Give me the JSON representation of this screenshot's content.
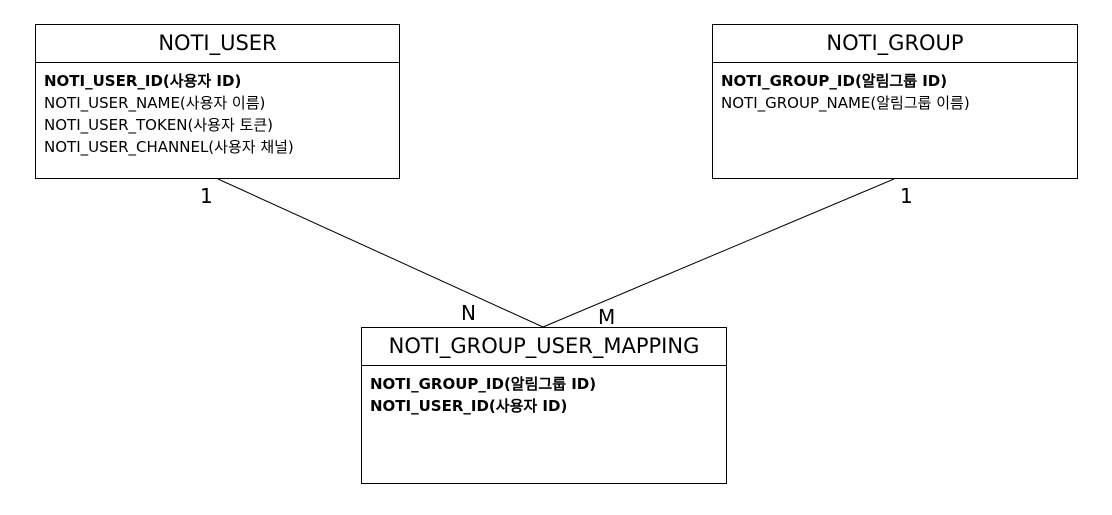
{
  "entities": {
    "noti_user": {
      "title": "NOTI_USER",
      "fields": [
        "NOTI_USER_ID(사용자 ID)",
        "NOTI_USER_NAME(사용자 이름)",
        "NOTI_USER_TOKEN(사용자 토큰)",
        "NOTI_USER_CHANNEL(사용자 채널)"
      ]
    },
    "noti_group": {
      "title": "NOTI_GROUP",
      "fields": [
        "NOTI_GROUP_ID(알림그룹 ID)",
        "NOTI_GROUP_NAME(알림그룹 이름)"
      ]
    },
    "noti_group_user_mapping": {
      "title": "NOTI_GROUP_USER_MAPPING",
      "fields": [
        "NOTI_GROUP_ID(알림그룹 ID)",
        "NOTI_USER_ID(사용자 ID)"
      ]
    }
  },
  "relationships": [
    {
      "from": "noti_user",
      "to": "noti_group_user_mapping",
      "from_cardinality": "1",
      "to_cardinality": "N"
    },
    {
      "from": "noti_group",
      "to": "noti_group_user_mapping",
      "from_cardinality": "1",
      "to_cardinality": "M"
    }
  ],
  "colors": {
    "line": "#000000",
    "background": "#ffffff"
  }
}
